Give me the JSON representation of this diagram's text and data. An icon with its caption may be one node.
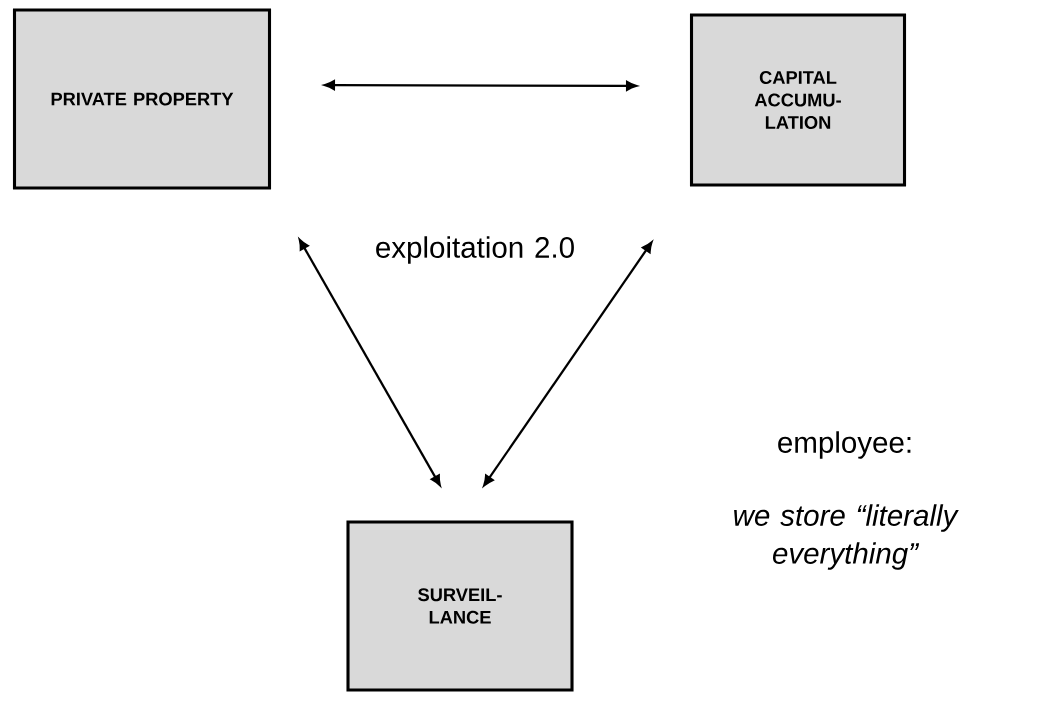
{
  "diagram": {
    "nodes": [
      {
        "text": [
          "PRIVATE PROPERTY"
        ]
      },
      {
        "text": [
          "CAPITAL ACCUMU- LATION"
        ]
      },
      {
        "text": [
          "SURVEIL- LANCE"
        ]
      }
    ],
    "edges": [
      {
        "from": 0,
        "to": 1,
        "arrow": "both"
      },
      {
        "from": 0,
        "to": 2,
        "arrow": "both"
      },
      {
        "from": 1,
        "to": 2,
        "arrow": "both"
      }
    ],
    "labels": [
      "exploitation 2.0",
      "employee:",
      "we store “literally everything”"
    ]
  }
}
